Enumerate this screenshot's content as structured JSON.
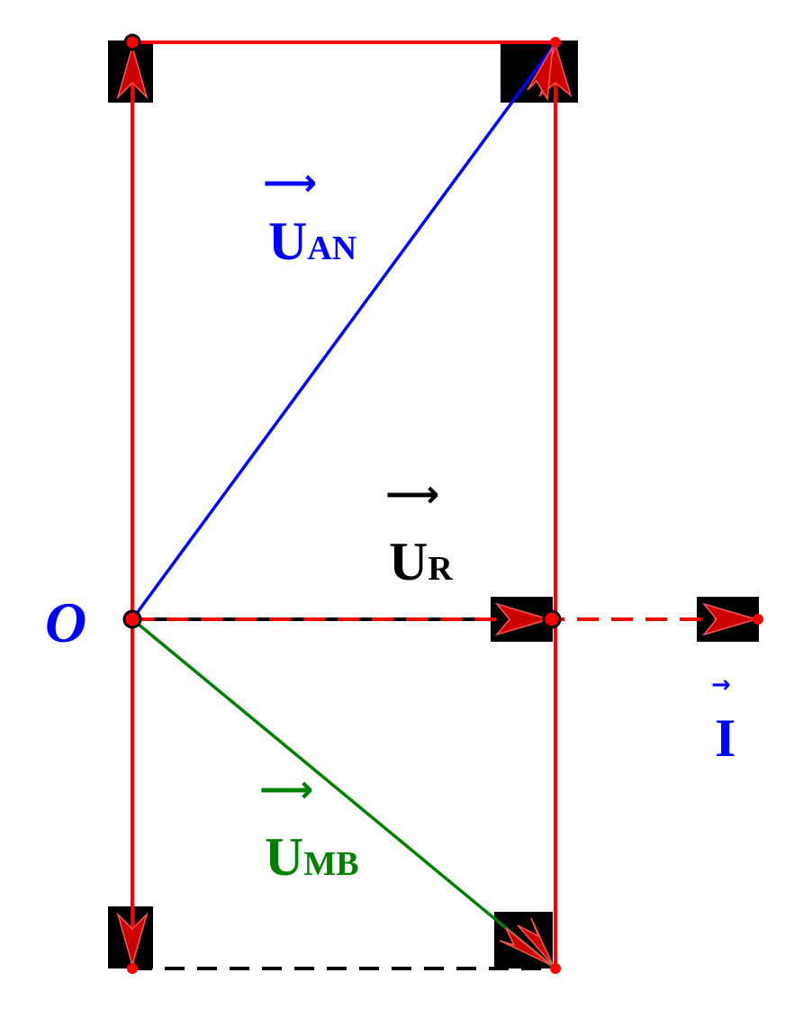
{
  "colors": {
    "frame": "#ff0000",
    "u_an": "#0000ff",
    "u_r": "#000000",
    "u_mb": "#008000",
    "current": "#0000ff",
    "origin_label": "#0000ff",
    "arrow_box": "#000000",
    "arrow_head": "#cc0000"
  },
  "labels": {
    "origin": "O",
    "u_an": {
      "main": "U",
      "sub": "AN"
    },
    "u_r": {
      "main": "U",
      "sub": "R"
    },
    "u_mb": {
      "main": "U",
      "sub": "MB"
    },
    "current": {
      "main": "I"
    }
  }
}
